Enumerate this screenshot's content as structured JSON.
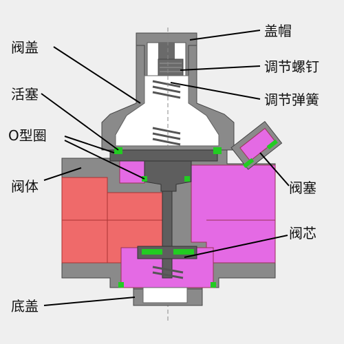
{
  "labels": {
    "valve_cover": "阀盖",
    "piston": "活塞",
    "o_ring": "O型圈",
    "valve_body": "阀体",
    "bottom_cover": "底盖",
    "cap": "盖帽",
    "adjust_screw": "调节螺钉",
    "adjust_spring": "调节弹簧",
    "valve_plug": "阀塞",
    "valve_core": "阀芯"
  },
  "colors": {
    "background": "#efefef",
    "metal": "#8a8a8a",
    "metal_dark": "#5e5e5e",
    "inlet_chamber": "#ef6a6a",
    "outlet_chamber": "#e46ae4",
    "seal": "#22cc22",
    "interior": "#ffffff",
    "leader": "#000000"
  }
}
